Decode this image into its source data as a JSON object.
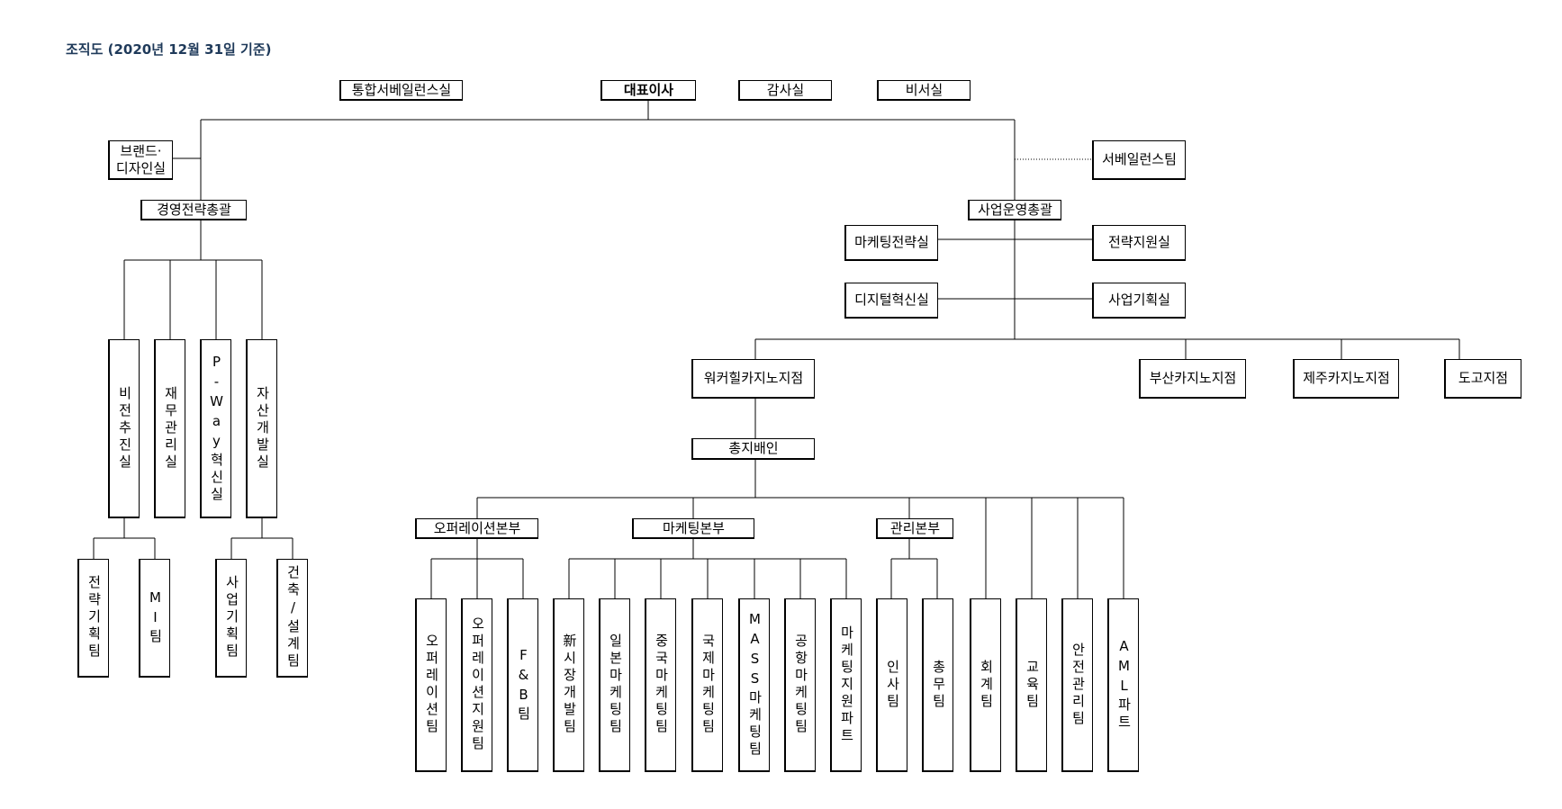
{
  "title": "조직도 (2020년 12월 31일 기준)",
  "top": {
    "ceo": "대표이사",
    "integrated_wellness": "통합서베일런스실",
    "audit": "감사실",
    "secretary": "비서실"
  },
  "brand_design": "브랜드·\n디자인실",
  "surveillance_team": "서베일런스팀",
  "management_strategy": {
    "label": "경영전략총괄",
    "children": [
      "비전추진실",
      "재무관리실",
      "P-Way혁신실",
      "자산개발실"
    ],
    "vision_children": [
      "전략기획팀",
      "MI팀"
    ],
    "asset_children": [
      "사업기획팀",
      "건축/설계팀"
    ]
  },
  "business_ops": {
    "label": "사업운영총괄",
    "marketing_strategy": "마케팅전략실",
    "strategy_support": "전략지원실",
    "digital_innovation": "디지털혁신실",
    "business_planning": "사업기획실",
    "branches": [
      "워커힐카지노지점",
      "부산카지노지점",
      "제주카지노지점",
      "도고지점"
    ],
    "general_manager": "총지배인"
  },
  "divisions": {
    "operations": {
      "label": "오퍼레이션본부",
      "teams": [
        "오퍼레이션팀",
        "오퍼레이션지원팀",
        "F&B팀"
      ]
    },
    "marketing": {
      "label": "마케팅본부",
      "teams": [
        "新시장개발팀",
        "일본마케팅팀",
        "중국마케팅팀",
        "국제마케팅팀",
        "MASS마케팅팀",
        "공항마케팅팀",
        "마케팅지원파트"
      ]
    },
    "admin": {
      "label": "관리본부",
      "teams": [
        "인사팀",
        "총무팀"
      ]
    },
    "direct": [
      "회계팀",
      "교육팀",
      "안전관리팀",
      "AML파트"
    ]
  }
}
